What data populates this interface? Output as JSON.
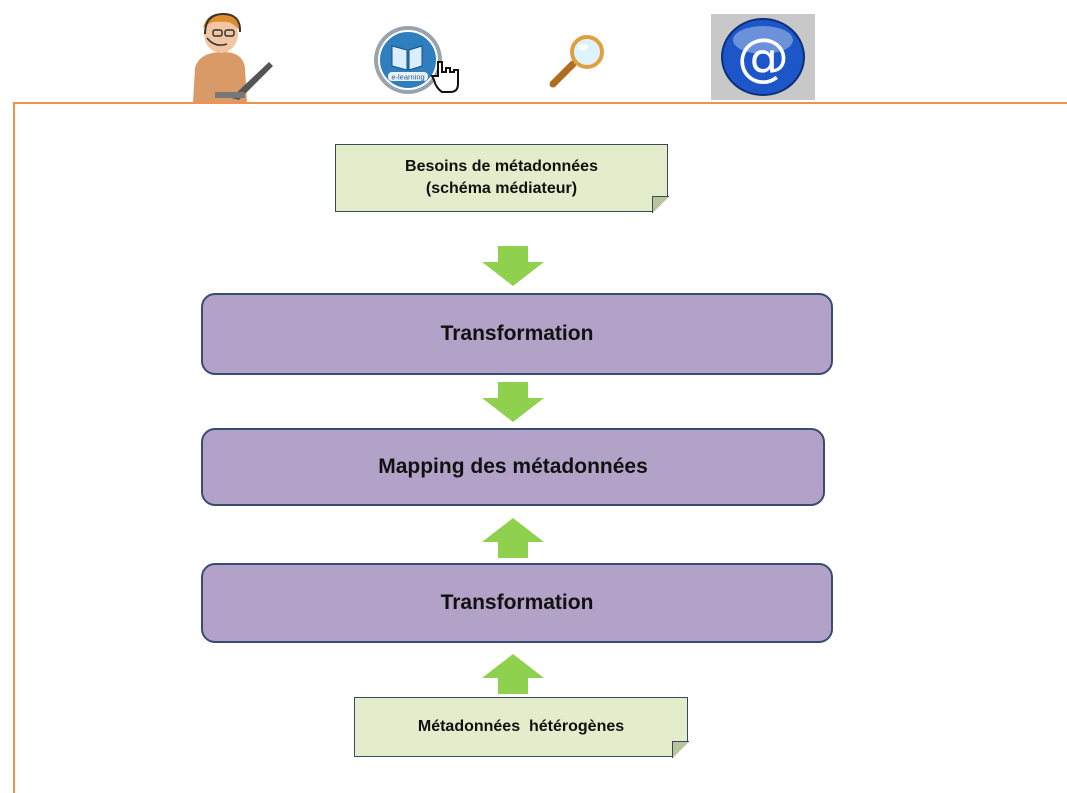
{
  "icons": [
    {
      "name": "user-laptop-icon"
    },
    {
      "name": "e-learning-icon",
      "label": "e-learning"
    },
    {
      "name": "magnifier-icon"
    },
    {
      "name": "email-at-icon",
      "glyph": "@"
    }
  ],
  "diagram": {
    "top_note": {
      "line1": "Besoins de métadonnées",
      "line2": "(schéma médiateur)"
    },
    "process_top": "Transformation",
    "process_mapping": "Mapping des métadonnées",
    "process_bottom": "Transformation",
    "bottom_note": "Métadonnées  hétérogènes",
    "arrows": [
      "down",
      "down",
      "up",
      "up"
    ]
  },
  "colors": {
    "frame": "#f0924c",
    "note_fill": "#e3eccb",
    "process_fill": "#b3a2c8",
    "process_border": "#374d70",
    "arrow_fill": "#8fd14f"
  }
}
